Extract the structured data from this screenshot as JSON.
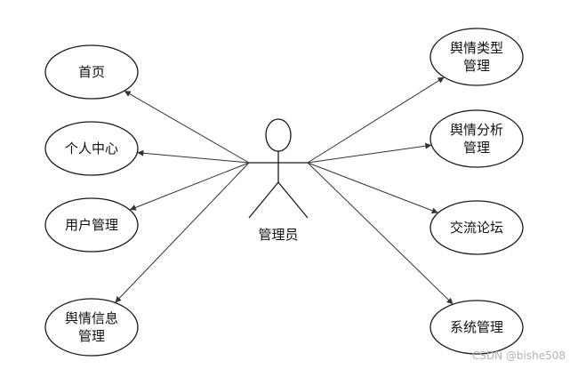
{
  "actor": {
    "label": "管理员"
  },
  "use_cases": [
    {
      "id": "home",
      "lines": [
        "首页"
      ]
    },
    {
      "id": "profile",
      "lines": [
        "个人中心"
      ]
    },
    {
      "id": "user-management",
      "lines": [
        "用户管理"
      ]
    },
    {
      "id": "opinion-info-management",
      "lines": [
        "舆情信息",
        "管理"
      ]
    },
    {
      "id": "opinion-type-management",
      "lines": [
        "舆情类型",
        "管理"
      ]
    },
    {
      "id": "opinion-analysis-management",
      "lines": [
        "舆情分析",
        "管理"
      ]
    },
    {
      "id": "forum",
      "lines": [
        "交流论坛"
      ]
    },
    {
      "id": "system-management",
      "lines": [
        "系统管理"
      ]
    }
  ],
  "watermark": "CSDN @bishe508"
}
